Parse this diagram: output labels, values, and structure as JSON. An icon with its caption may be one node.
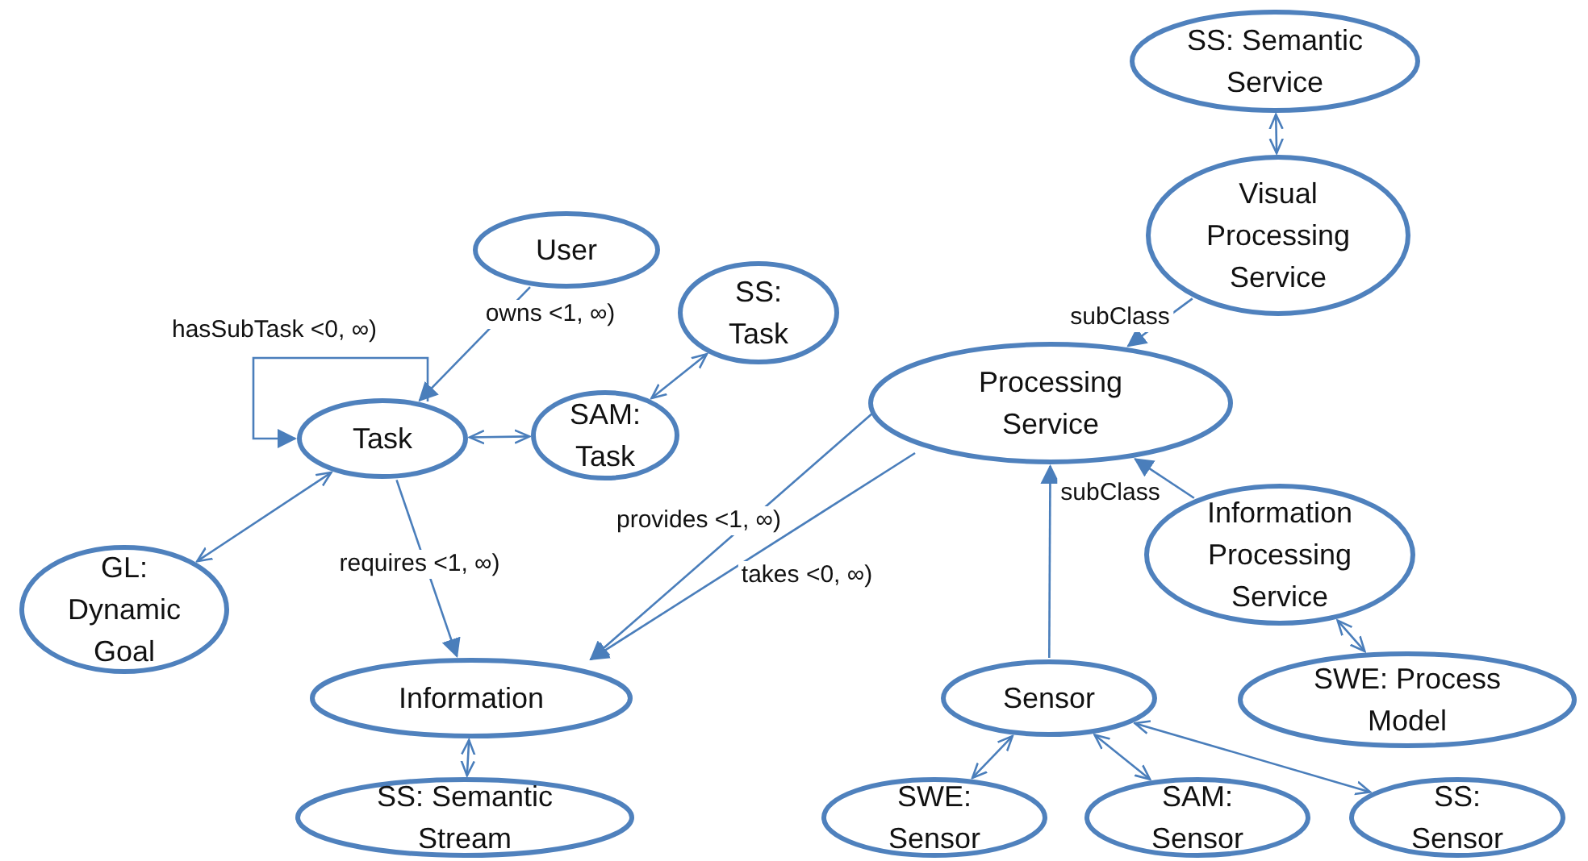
{
  "diagram": {
    "nodes": [
      {
        "text": [
          "SS: Semantic Service"
        ]
      },
      {
        "text": [
          "Visual Processing Service"
        ]
      },
      {
        "text": [
          "User"
        ]
      },
      {
        "text": [
          "SS: Task"
        ]
      },
      {
        "text": [
          "Processing Service"
        ]
      },
      {
        "text": [
          "Task"
        ]
      },
      {
        "text": [
          "SAM: Task"
        ]
      },
      {
        "text": [
          "Information Processing Service"
        ]
      },
      {
        "text": [
          "GL: Dynamic Goal"
        ]
      },
      {
        "text": [
          "Information"
        ]
      },
      {
        "text": [
          "Sensor"
        ]
      },
      {
        "text": [
          "SWE: Process Model"
        ]
      },
      {
        "text": [
          "SS: Semantic Stream"
        ]
      },
      {
        "text": [
          "SWE: Sensor"
        ]
      },
      {
        "text": [
          "SAM: Sensor"
        ]
      },
      {
        "text": [
          "SS: Sensor"
        ]
      }
    ],
    "edges": [
      {
        "from": 0,
        "to": 1,
        "arrow": "both"
      },
      {
        "from": 1,
        "to": 4,
        "arrow": "to",
        "label": "subClass"
      },
      {
        "from": 2,
        "to": 5,
        "arrow": "to",
        "label": "owns <1, ∞)"
      },
      {
        "from": 5,
        "to": 5,
        "arrow": "to",
        "label": "hasSubTask <0, ∞)"
      },
      {
        "from": 5,
        "to": 6,
        "arrow": "both"
      },
      {
        "from": 6,
        "to": 3,
        "arrow": "both"
      },
      {
        "from": 5,
        "to": 8,
        "arrow": "both"
      },
      {
        "from": 5,
        "to": 9,
        "arrow": "to",
        "label": "requires <1, ∞)"
      },
      {
        "from": 4,
        "to": 9,
        "arrow": "to",
        "label": "provides <1, ∞)"
      },
      {
        "from": 4,
        "to": 9,
        "arrow": "to",
        "label": "takes <0, ∞)"
      },
      {
        "from": 9,
        "to": 12,
        "arrow": "both"
      },
      {
        "from": 10,
        "to": 4,
        "arrow": "to",
        "label": "subClass"
      },
      {
        "from": 7,
        "to": 4,
        "arrow": "to"
      },
      {
        "from": 7,
        "to": 11,
        "arrow": "both"
      },
      {
        "from": 10,
        "to": 13,
        "arrow": "both"
      },
      {
        "from": 10,
        "to": 14,
        "arrow": "both"
      },
      {
        "from": 10,
        "to": 15,
        "arrow": "both"
      }
    ]
  }
}
